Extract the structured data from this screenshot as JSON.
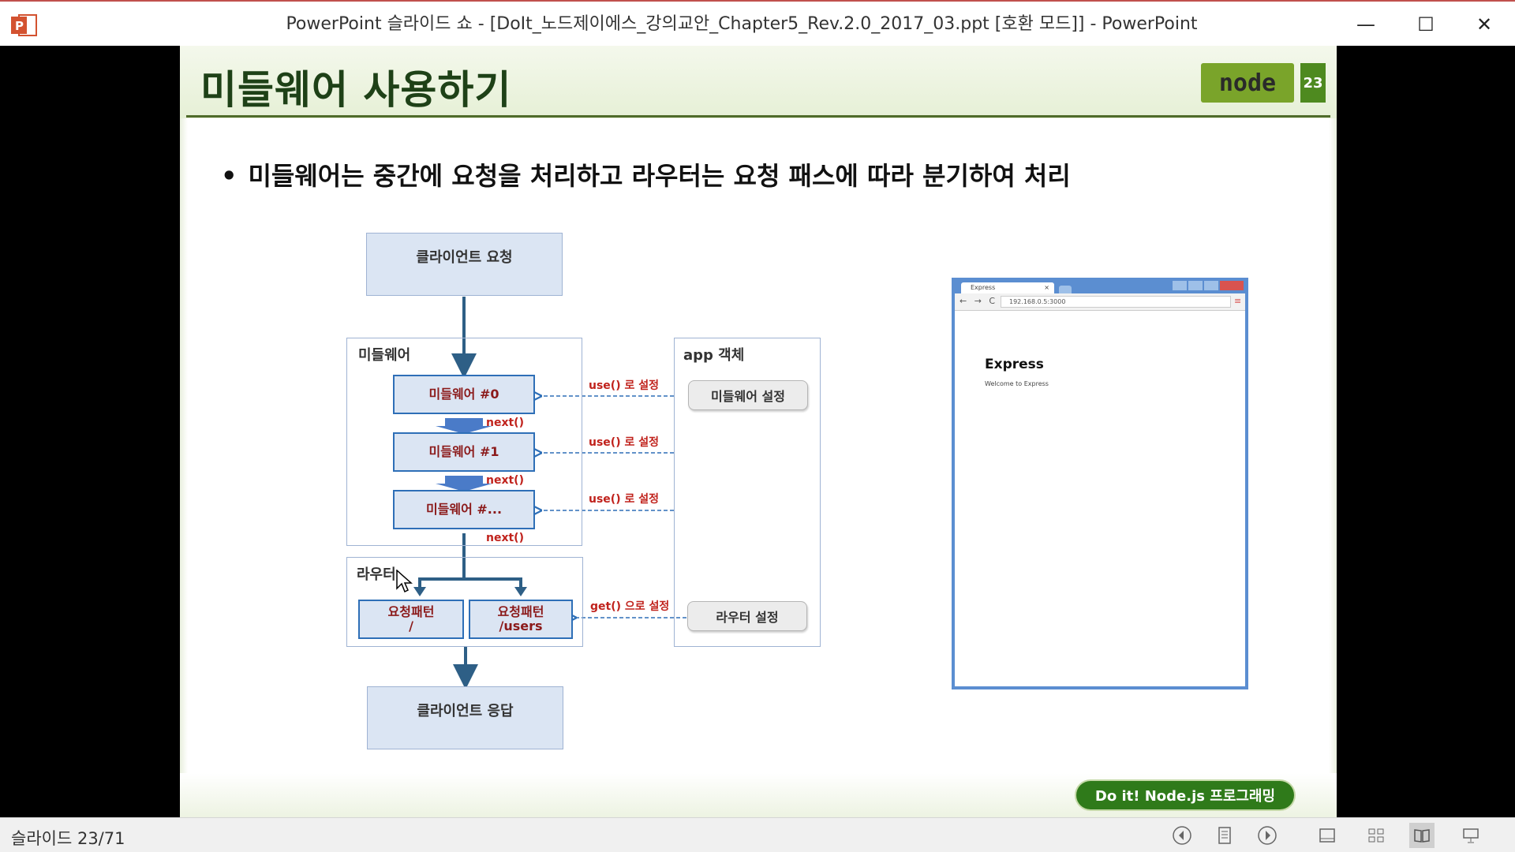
{
  "window": {
    "title": "PowerPoint 슬라이드 쇼 - [DoIt_노드제이에스_강의교안_Chapter5_Rev.2.0_2017_03.ppt [호환 모드]] - PowerPoint",
    "min_glyph": "—",
    "max_glyph": "☐",
    "close_glyph": "✕"
  },
  "slide": {
    "title": "미들웨어 사용하기",
    "logo_text": "node",
    "page_number": "23",
    "bullet": "미들웨어는 중간에 요청을 처리하고 라우터는 요청 패스에 따라 분기하여 처리",
    "bullet_dot": "•",
    "footer_button": "Do it! Node.js 프로그래밍"
  },
  "diagram": {
    "client_request": "클라이언트 요청",
    "client_response": "클라이언트 응답",
    "middleware_group": "미들웨어",
    "router_group": "라우터",
    "app_group": "app 객체",
    "mw0": "미들웨어 #0",
    "mw1": "미들웨어 #1",
    "mw2": "미들웨어 #...",
    "next": "next()",
    "use_label": "use() 로 설정",
    "get_label": "get() 으로 설정",
    "mw_setting": "미들웨어 설정",
    "router_setting": "라우터 설정",
    "route1_line1": "요청패턴",
    "route1_line2": "/",
    "route2_line1": "요청패턴",
    "route2_line2": "/users"
  },
  "browser": {
    "tab_title": "Express",
    "tab_close": "×",
    "url": "192.168.0.5:3000",
    "nav": "← → C",
    "heading": "Express",
    "text": "Welcome to Express"
  },
  "status": {
    "slide_count": "슬라이드 23/71"
  },
  "colors": {
    "accent": "#c0504d",
    "title_green": "#1e4117",
    "arrow_blue": "#2e5f86",
    "box_blue": "#2e6fb7",
    "label_red": "#c0221c"
  }
}
